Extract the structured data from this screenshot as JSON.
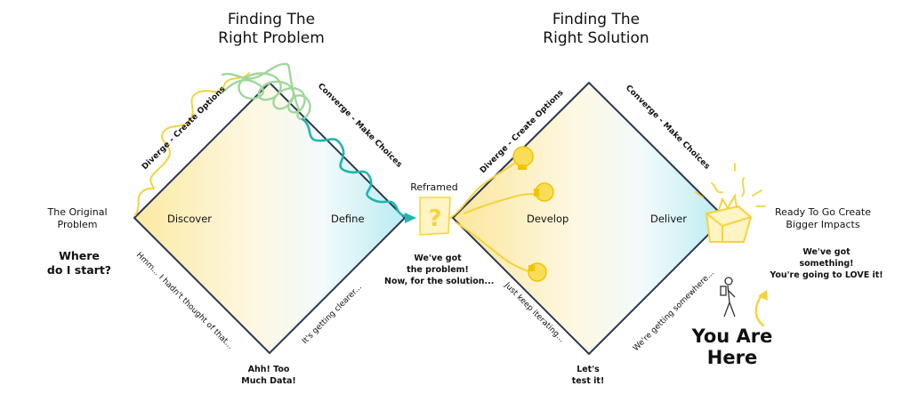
{
  "titles": {
    "problem": "Finding The\nRight Problem",
    "solution": "Finding The\nRight Solution"
  },
  "phases": {
    "discover": "Discover",
    "define": "Define",
    "develop": "Develop",
    "deliver": "Deliver"
  },
  "edge_labels": {
    "diverge_1": "Diverge - Create Options",
    "converge_1": "Converge - Make Choices",
    "diverge_2": "Diverge - Create Options",
    "converge_2": "Converge - Make Choices"
  },
  "notes": {
    "original_problem": "The Original\nProblem",
    "where_start": "Where\ndo I start?",
    "hmm": "Hmm... I hadn't thought of that...",
    "too_much_data": "Ahh! Too\nMuch Data!",
    "getting_clearer": "It's getting clearer...",
    "reframed": "Reframed",
    "got_problem": "We've got\nthe problem!\nNow, for the solution...",
    "keep_iterating": "Just keep iterating...",
    "test_it": "Let's\ntest it!",
    "getting_somewhere": "We're getting somewhere...",
    "ready": "Ready To Go Create\nBigger Impacts",
    "got_something": "We've got\nsomething!\nYou're going to LOVE it!",
    "you_are_here": "You Are\nHere"
  },
  "colors": {
    "outline": "#2b3656",
    "yellow": "#f5d33c",
    "yellow_light": "#fdf3c6",
    "cyan": "#c8f0f3",
    "teal": "#1fb5b2",
    "green": "#9fd79a"
  }
}
